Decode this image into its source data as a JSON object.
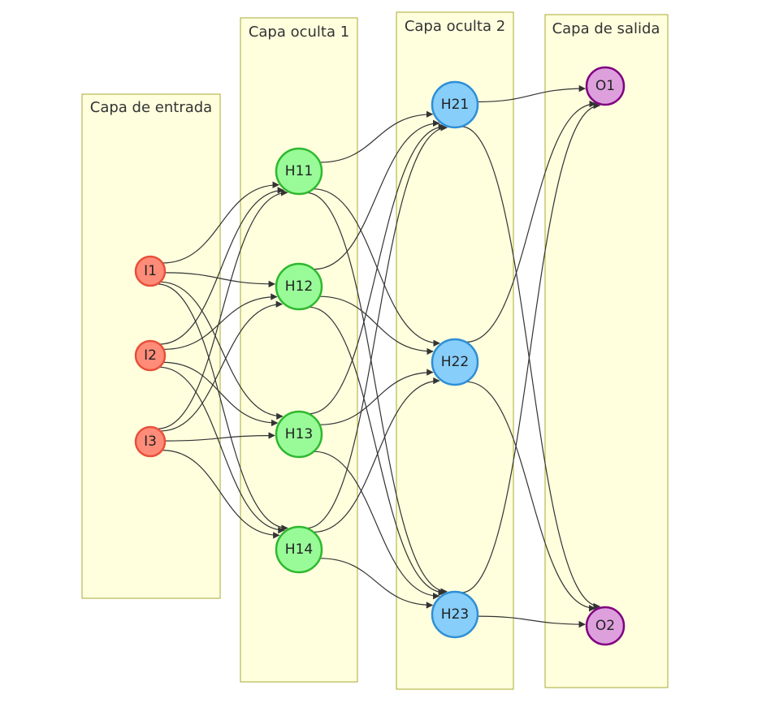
{
  "groups": [
    {
      "id": "entrada",
      "label": "Capa de entrada"
    },
    {
      "id": "oculta1",
      "label": "Capa oculta 1"
    },
    {
      "id": "oculta2",
      "label": "Capa oculta 2"
    },
    {
      "id": "salida",
      "label": "Capa de salida"
    }
  ],
  "nodes": [
    {
      "id": "I1",
      "label": "I1",
      "layer": "entrada"
    },
    {
      "id": "I2",
      "label": "I2",
      "layer": "entrada"
    },
    {
      "id": "I3",
      "label": "I3",
      "layer": "entrada"
    },
    {
      "id": "H11",
      "label": "H11",
      "layer": "oculta1"
    },
    {
      "id": "H12",
      "label": "H12",
      "layer": "oculta1"
    },
    {
      "id": "H13",
      "label": "H13",
      "layer": "oculta1"
    },
    {
      "id": "H14",
      "label": "H14",
      "layer": "oculta1"
    },
    {
      "id": "H21",
      "label": "H21",
      "layer": "oculta2"
    },
    {
      "id": "H22",
      "label": "H22",
      "layer": "oculta2"
    },
    {
      "id": "H23",
      "label": "H23",
      "layer": "oculta2"
    },
    {
      "id": "O1",
      "label": "O1",
      "layer": "salida"
    },
    {
      "id": "O2",
      "label": "O2",
      "layer": "salida"
    }
  ],
  "edges": [
    [
      "I1",
      "H11"
    ],
    [
      "I1",
      "H12"
    ],
    [
      "I1",
      "H13"
    ],
    [
      "I1",
      "H14"
    ],
    [
      "I2",
      "H11"
    ],
    [
      "I2",
      "H12"
    ],
    [
      "I2",
      "H13"
    ],
    [
      "I2",
      "H14"
    ],
    [
      "I3",
      "H11"
    ],
    [
      "I3",
      "H12"
    ],
    [
      "I3",
      "H13"
    ],
    [
      "I3",
      "H14"
    ],
    [
      "H11",
      "H21"
    ],
    [
      "H11",
      "H22"
    ],
    [
      "H11",
      "H23"
    ],
    [
      "H12",
      "H21"
    ],
    [
      "H12",
      "H22"
    ],
    [
      "H12",
      "H23"
    ],
    [
      "H13",
      "H21"
    ],
    [
      "H13",
      "H22"
    ],
    [
      "H13",
      "H23"
    ],
    [
      "H14",
      "H21"
    ],
    [
      "H14",
      "H22"
    ],
    [
      "H14",
      "H23"
    ],
    [
      "H21",
      "O1"
    ],
    [
      "H21",
      "O2"
    ],
    [
      "H22",
      "O1"
    ],
    [
      "H22",
      "O2"
    ],
    [
      "H23",
      "O1"
    ],
    [
      "H23",
      "O2"
    ]
  ],
  "colors": {
    "entrada": {
      "fill": "#ff8c78",
      "stroke": "#e8503a"
    },
    "oculta1": {
      "fill": "#98fb98",
      "stroke": "#2eb82e"
    },
    "oculta2": {
      "fill": "#87cefa",
      "stroke": "#2e8fd6"
    },
    "salida": {
      "fill": "#dda0dd",
      "stroke": "#800080"
    }
  }
}
